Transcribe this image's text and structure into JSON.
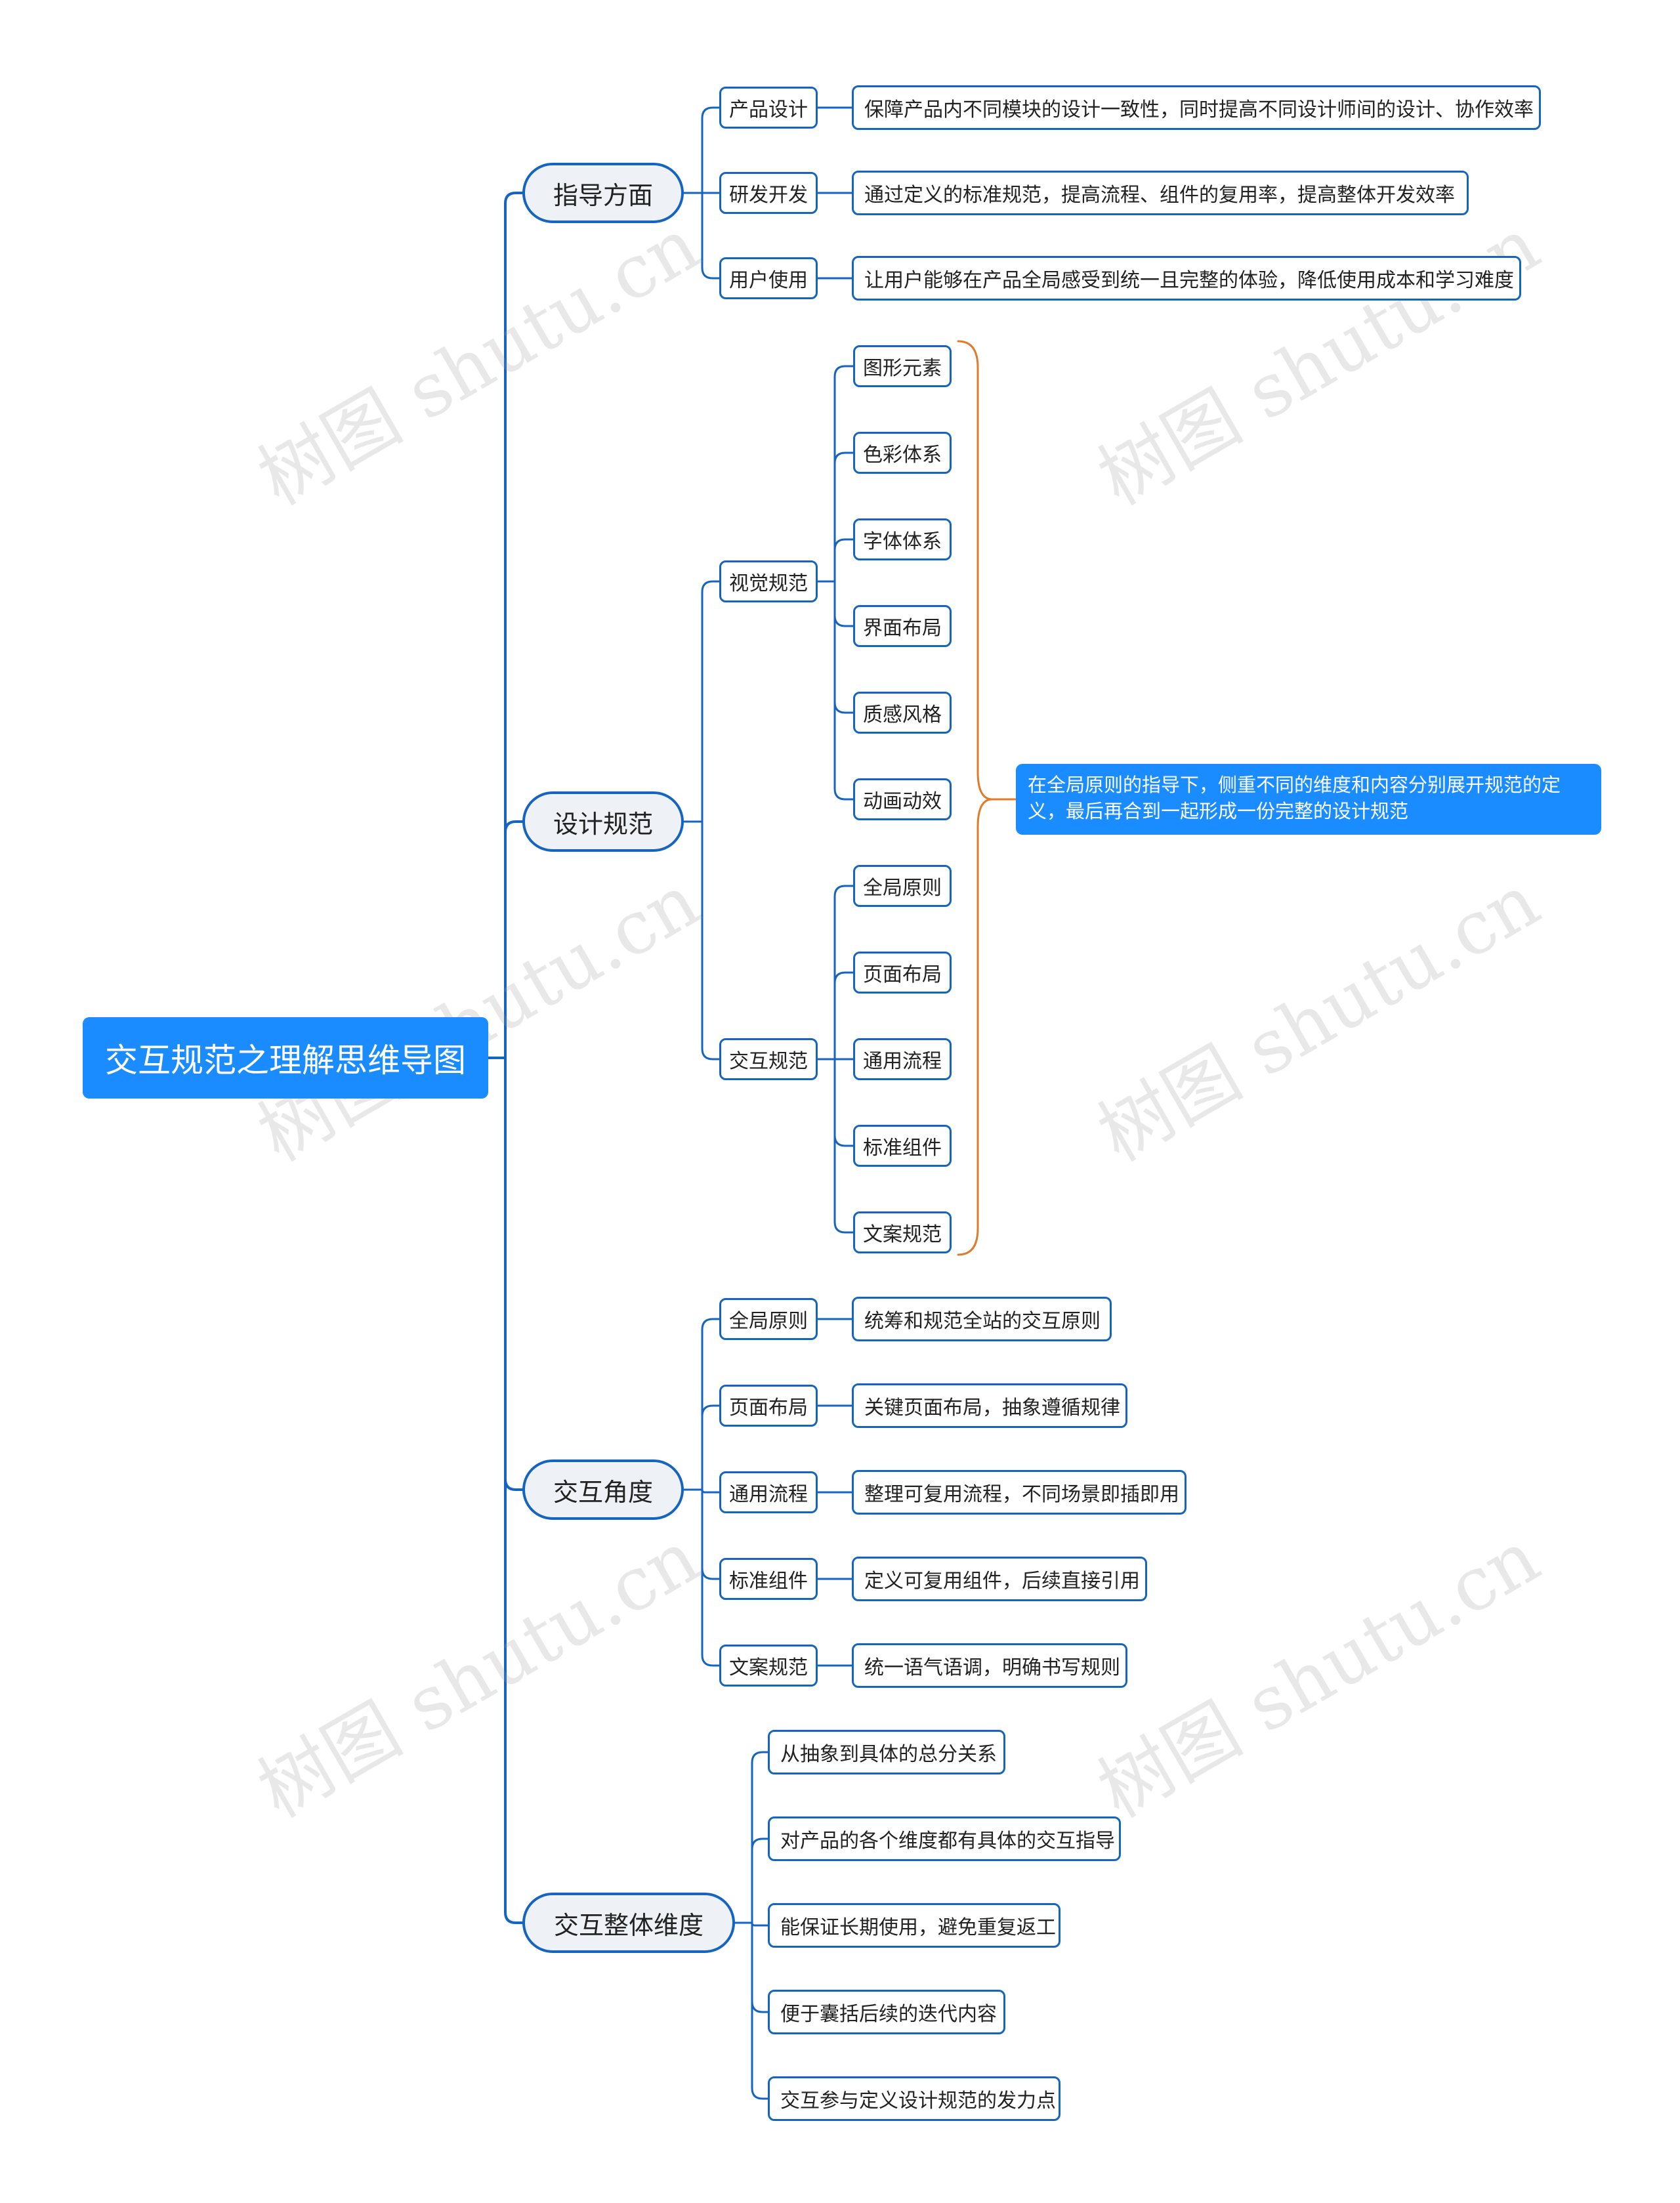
{
  "root": {
    "label": "交互规范之理解思维导图"
  },
  "branches": [
    {
      "label": "指导方面",
      "children": [
        {
          "label": "产品设计",
          "detail": "保障产品内不同模块的设计一致性，同时提高不同设计师间的设计、协作效率"
        },
        {
          "label": "研发开发",
          "detail": "通过定义的标准规范，提高流程、组件的复用率，提高整体开发效率"
        },
        {
          "label": "用户使用",
          "detail": "让用户能够在产品全局感受到统一且完整的体验，降低使用成本和学习难度"
        }
      ]
    },
    {
      "label": "设计规范",
      "children": [
        {
          "label": "视觉规范",
          "items": [
            "图形元素",
            "色彩体系",
            "字体体系",
            "界面布局",
            "质感风格",
            "动画动效"
          ]
        },
        {
          "label": "交互规范",
          "items": [
            "全局原则",
            "页面布局",
            "通用流程",
            "标准组件",
            "文案规范"
          ]
        }
      ],
      "summary": "在全局原则的指导下，侧重不同的维度和内容分别展开规范的定义，最后再合到一起形成一份完整的设计规范"
    },
    {
      "label": "交互角度",
      "children": [
        {
          "label": "全局原则",
          "detail": "统筹和规范全站的交互原则"
        },
        {
          "label": "页面布局",
          "detail": "关键页面布局，抽象遵循规律"
        },
        {
          "label": "通用流程",
          "detail": "整理可复用流程，不同场景即插即用"
        },
        {
          "label": "标准组件",
          "detail": "定义可复用组件，后续直接引用"
        },
        {
          "label": "文案规范",
          "detail": "统一语气语调，明确书写规则"
        }
      ]
    },
    {
      "label": "交互整体维度",
      "items": [
        "从抽象到具体的总分关系",
        "对产品的各个维度都有具体的交互指导",
        "能保证长期使用，避免重复返工",
        "便于囊括后续的迭代内容",
        "交互参与定义设计规范的发力点"
      ]
    }
  ],
  "watermark": "树图 shutu.cn",
  "colors": {
    "line": "#1565c0",
    "accent": "#1a8cff",
    "bracket": "#e07b2b",
    "branch_fill": "#eef1f6"
  }
}
